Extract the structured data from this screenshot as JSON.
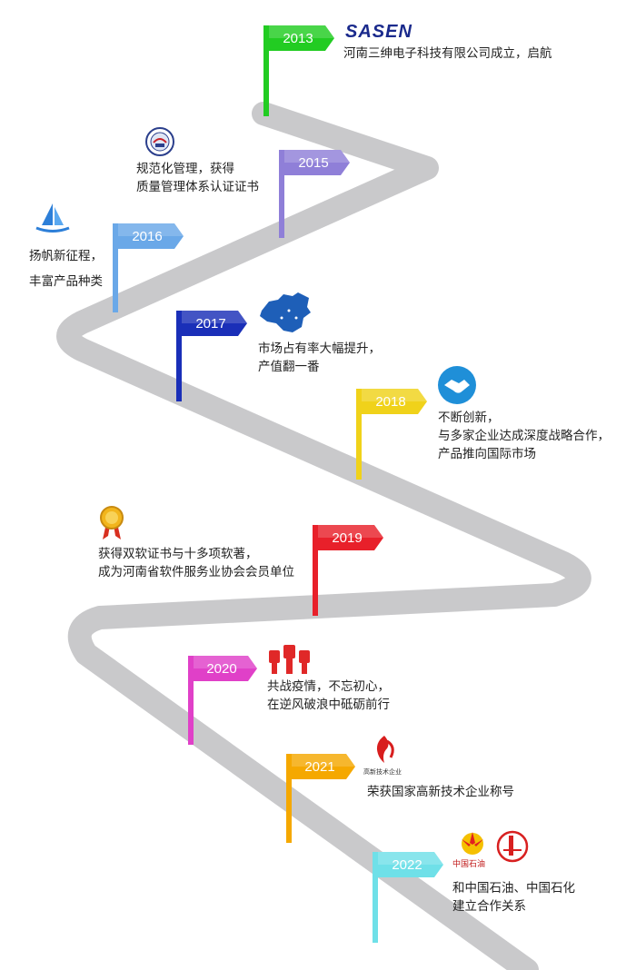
{
  "brand": {
    "logo_text": "SASEN"
  },
  "milestones": [
    {
      "year": "2013",
      "color": "#22cc22",
      "lines": [
        "河南三绅电子科技有限公司成立，启航"
      ],
      "icon": "sasen-logo"
    },
    {
      "year": "2015",
      "color": "#8f7fd8",
      "lines": [
        "规范化管理，获得",
        "质量管理体系认证证书"
      ],
      "icon": "certification-seal-icon"
    },
    {
      "year": "2016",
      "color": "#6aa8e8",
      "lines": [
        "扬帆新征程，",
        "丰富产品种类"
      ],
      "icon": "sailboat-icon"
    },
    {
      "year": "2017",
      "color": "#1a2fb8",
      "lines": [
        "市场占有率大幅提升，",
        "产值翻一番"
      ],
      "icon": "china-map-icon"
    },
    {
      "year": "2018",
      "color": "#f0d21a",
      "lines": [
        "不断创新，",
        "与多家企业达成深度战略合作，",
        "产品推向国际市场"
      ],
      "icon": "handshake-icon"
    },
    {
      "year": "2019",
      "color": "#e8202a",
      "lines": [
        "获得双软证书与十多项软著，",
        "成为河南省软件服务业协会会员单位"
      ],
      "icon": "award-medal-icon"
    },
    {
      "year": "2020",
      "color": "#e040c8",
      "lines": [
        "共战疫情，不忘初心，",
        "在逆风破浪中砥砺前行"
      ],
      "icon": "raised-fists-icon"
    },
    {
      "year": "2021",
      "color": "#f5a800",
      "lines": [
        "荣获国家高新技术企业称号"
      ],
      "icon": "high-tech-enterprise-icon",
      "icon_caption": "高新技术企业"
    },
    {
      "year": "2022",
      "color": "#6fe0e8",
      "lines": [
        "和中国石油、中国石化",
        "建立合作关系"
      ],
      "icon": "petrochina-sinopec-icons",
      "icon_caption": "中国石油"
    }
  ]
}
